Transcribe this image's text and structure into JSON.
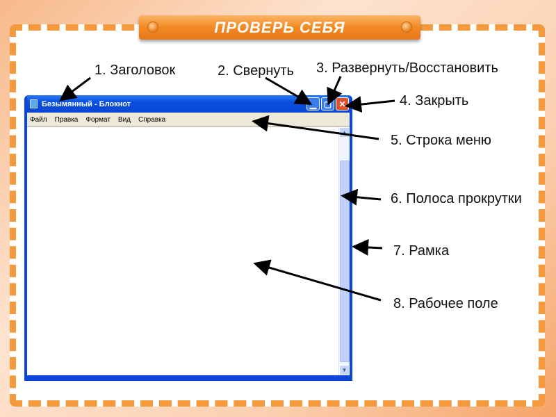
{
  "banner": {
    "title": "ПРОВЕРЬ СЕБЯ"
  },
  "notepad": {
    "title": "Безымянный - Блокнот",
    "menu": [
      "Файл",
      "Правка",
      "Формат",
      "Вид",
      "Справка"
    ],
    "buttons": {
      "minimize": "▁",
      "maximize": "▢",
      "close": "✕"
    },
    "scroll": {
      "up": "▲",
      "down": "▼"
    }
  },
  "labels": [
    "1. Заголовок",
    "2. Свернуть",
    "3. Развернуть/Восстановить",
    "4. Закрыть",
    "5. Строка меню",
    "6. Полоса прокрутки",
    "7. Рамка",
    "8. Рабочее поле"
  ]
}
